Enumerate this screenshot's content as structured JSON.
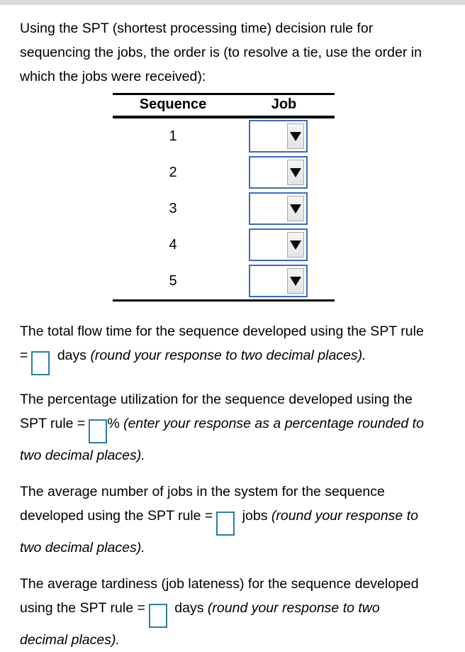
{
  "intro": {
    "text": "Using the SPT (shortest processing time) decision rule for sequencing the jobs, the order is (to resolve a tie, use the order in which the jobs were received):"
  },
  "table": {
    "headers": {
      "sequence": "Sequence",
      "job": "Job"
    },
    "rows": [
      {
        "sequence": "1",
        "job_value": ""
      },
      {
        "sequence": "2",
        "job_value": ""
      },
      {
        "sequence": "3",
        "job_value": ""
      },
      {
        "sequence": "4",
        "job_value": ""
      },
      {
        "sequence": "5",
        "job_value": ""
      }
    ]
  },
  "questions": [
    {
      "prefix": "The total flow time for the sequence developed using the SPT rule =",
      "value": "",
      "unit": "days",
      "note": "(round your response to two decimal places)."
    },
    {
      "prefix": "The percentage utilization for the sequence developed using the SPT rule =",
      "value": "",
      "unit": "%",
      "note": "(enter your response as a percentage rounded to two decimal places)."
    },
    {
      "prefix": "The average number of jobs in the system for the sequence developed using the SPT rule =",
      "value": "",
      "unit": "jobs",
      "note": "(round your response to two decimal places)."
    },
    {
      "prefix": "The average tardiness (job lateness) for the sequence developed using the SPT rule =",
      "value": "",
      "unit": "days",
      "note": "(round your response to two decimal places)."
    }
  ],
  "colors": {
    "dropdown_border": "#3a6bc4",
    "answer_box_border": "#2e7d9e",
    "top_bar": "#d9dbe0",
    "text": "#000000"
  }
}
